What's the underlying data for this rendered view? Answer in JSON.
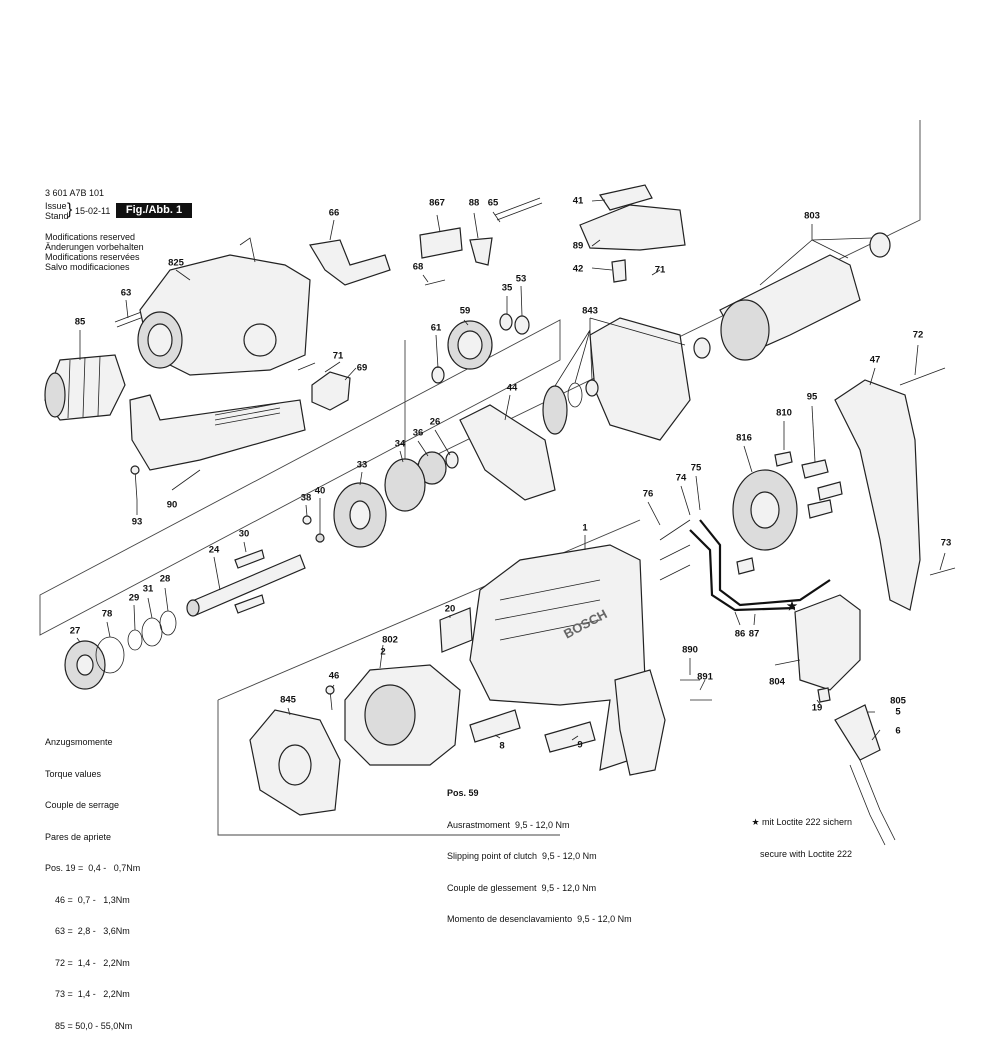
{
  "header": {
    "part_number": "3 601 A7B 101",
    "issue_label": "Issue",
    "stand_label": "Stand",
    "issue_date": "15-02-11",
    "figure_label": "Fig./Abb. 1",
    "modifications": [
      "Modifications reserved",
      "Änderungen vorbehalten",
      "Modifications reservées",
      "Salvo modificaciones"
    ]
  },
  "torque": {
    "headings": [
      "Anzugsmomente",
      "Torque values",
      "Couple de serrage",
      "Pares de apriete"
    ],
    "rows": [
      "Pos. 19 =  0,4 -   0,7Nm",
      "    46 =  0,7 -   1,3Nm",
      "    63 =  2,8 -   3,6Nm",
      "    72 =  1,4 -   2,2Nm",
      "    73 =  1,4 -   2,2Nm",
      "    85 = 50,0 - 55,0Nm"
    ]
  },
  "pos59": {
    "title": "Pos. 59",
    "lines": [
      "Ausrastmoment  9,5 - 12,0 Nm",
      "Slipping point of clutch  9,5 - 12,0 Nm",
      "Couple de glessement  9,5 - 12,0 Nm",
      "Momento de desenclavamiento  9,5 - 12,0 Nm"
    ]
  },
  "loctite": {
    "line1": "★ mit Loctite 222 sichern",
    "line2": "secure with Loctite 222",
    "star": "★"
  },
  "brand_mark": "BOSCH",
  "callouts": [
    "66",
    "825",
    "63",
    "85",
    "71",
    "69",
    "90",
    "93",
    "867",
    "88",
    "65",
    "68",
    "61",
    "59",
    "35",
    "53",
    "26",
    "36",
    "34",
    "33",
    "38",
    "40",
    "30",
    "24",
    "29",
    "31",
    "28",
    "27",
    "78",
    "44",
    "41",
    "89",
    "42",
    "71",
    "843",
    "803",
    "72",
    "47",
    "95",
    "810",
    "816",
    "76",
    "74",
    "75",
    "1",
    "20",
    "802",
    "2",
    "46",
    "845",
    "8",
    "9",
    "890",
    "891",
    "86",
    "87",
    "804",
    "19",
    "805",
    "5",
    "6",
    "73"
  ]
}
